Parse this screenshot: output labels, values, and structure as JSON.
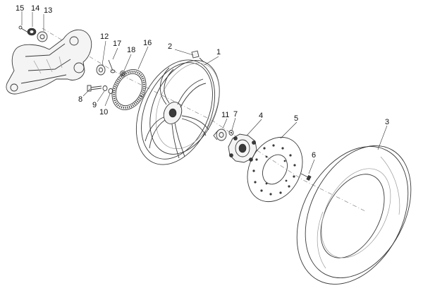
{
  "diagram": {
    "callouts": [
      {
        "id": "1",
        "label": "1"
      },
      {
        "id": "2",
        "label": "2"
      },
      {
        "id": "3",
        "label": "3"
      },
      {
        "id": "4",
        "label": "4"
      },
      {
        "id": "5",
        "label": "5"
      },
      {
        "id": "6",
        "label": "6"
      },
      {
        "id": "7",
        "label": "7"
      },
      {
        "id": "8",
        "label": "8"
      },
      {
        "id": "9",
        "label": "9"
      },
      {
        "id": "10",
        "label": "10"
      },
      {
        "id": "11",
        "label": "11"
      },
      {
        "id": "12",
        "label": "12"
      },
      {
        "id": "13",
        "label": "13"
      },
      {
        "id": "14",
        "label": "14"
      },
      {
        "id": "15",
        "label": "15"
      },
      {
        "id": "16",
        "label": "16"
      },
      {
        "id": "17",
        "label": "17"
      },
      {
        "id": "18",
        "label": "18"
      }
    ],
    "colors": {
      "line": "#3a3a3a",
      "text": "#111111",
      "background": "#ffffff"
    }
  }
}
